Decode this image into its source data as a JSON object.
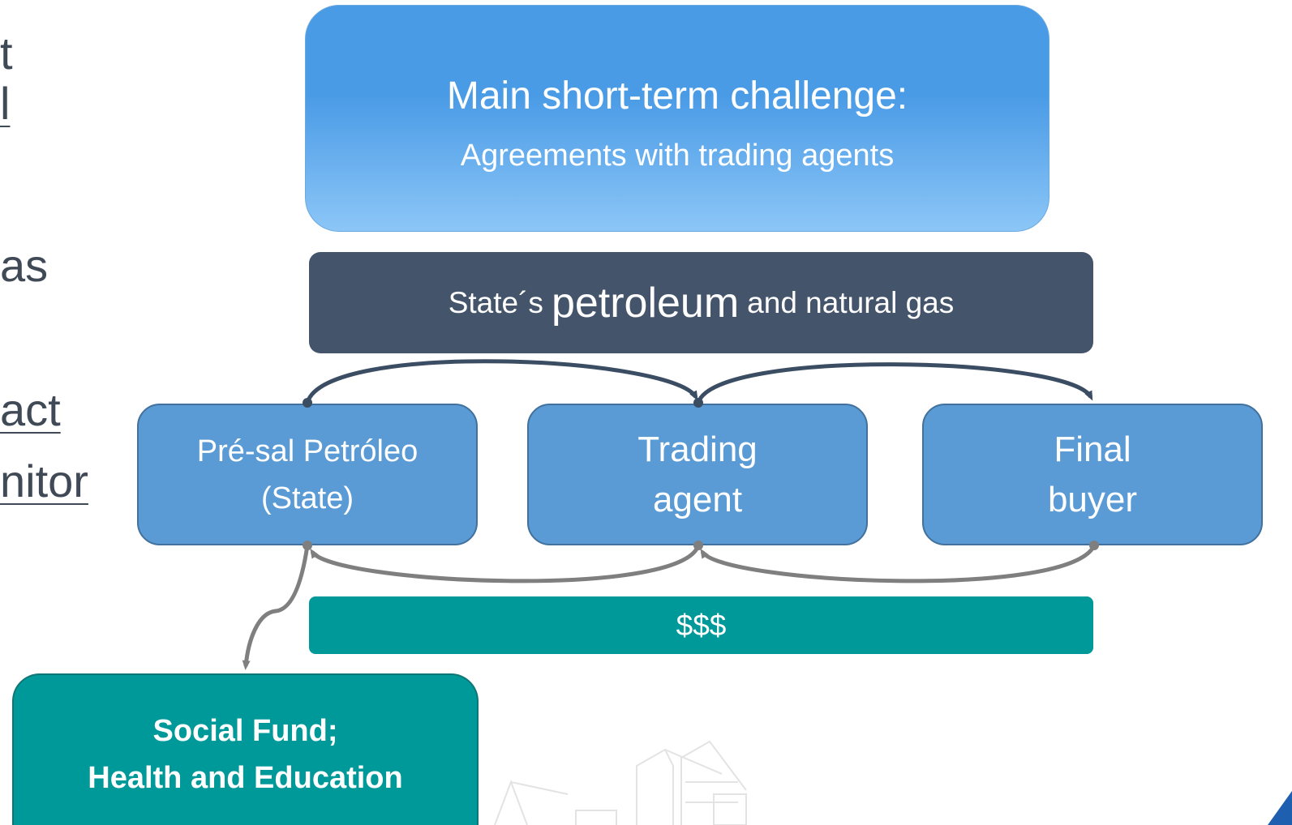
{
  "left_fragments": {
    "line1": "t",
    "line2": "l",
    "line3": "as",
    "line4": "act",
    "line5": "nitor"
  },
  "challenge": {
    "title": "Main short-term challenge:",
    "subtitle": "Agreements with trading agents"
  },
  "resource_bar": {
    "prefix": "State´s",
    "emphasis": "petroleum",
    "suffix": "and natural gas"
  },
  "nodes": [
    {
      "line1": "Pré-sal Petróleo",
      "line2": "(State)"
    },
    {
      "line1": "Trading",
      "line2": "agent"
    },
    {
      "line1": "Final",
      "line2": "buyer"
    }
  ],
  "money_bar": {
    "label": "$$$"
  },
  "social": {
    "line1": "Social Fund;",
    "line2": "Health and Education"
  },
  "colors": {
    "challenge_top": "#4a9be6",
    "challenge_bottom": "#8cc6f7",
    "resource_bar": "#44546a",
    "node_fill": "#5b9bd5",
    "node_border": "#41719c",
    "teal": "#009999",
    "flow_arrow_top": "#3b4d63",
    "flow_arrow_bottom": "#7f7f7f"
  }
}
